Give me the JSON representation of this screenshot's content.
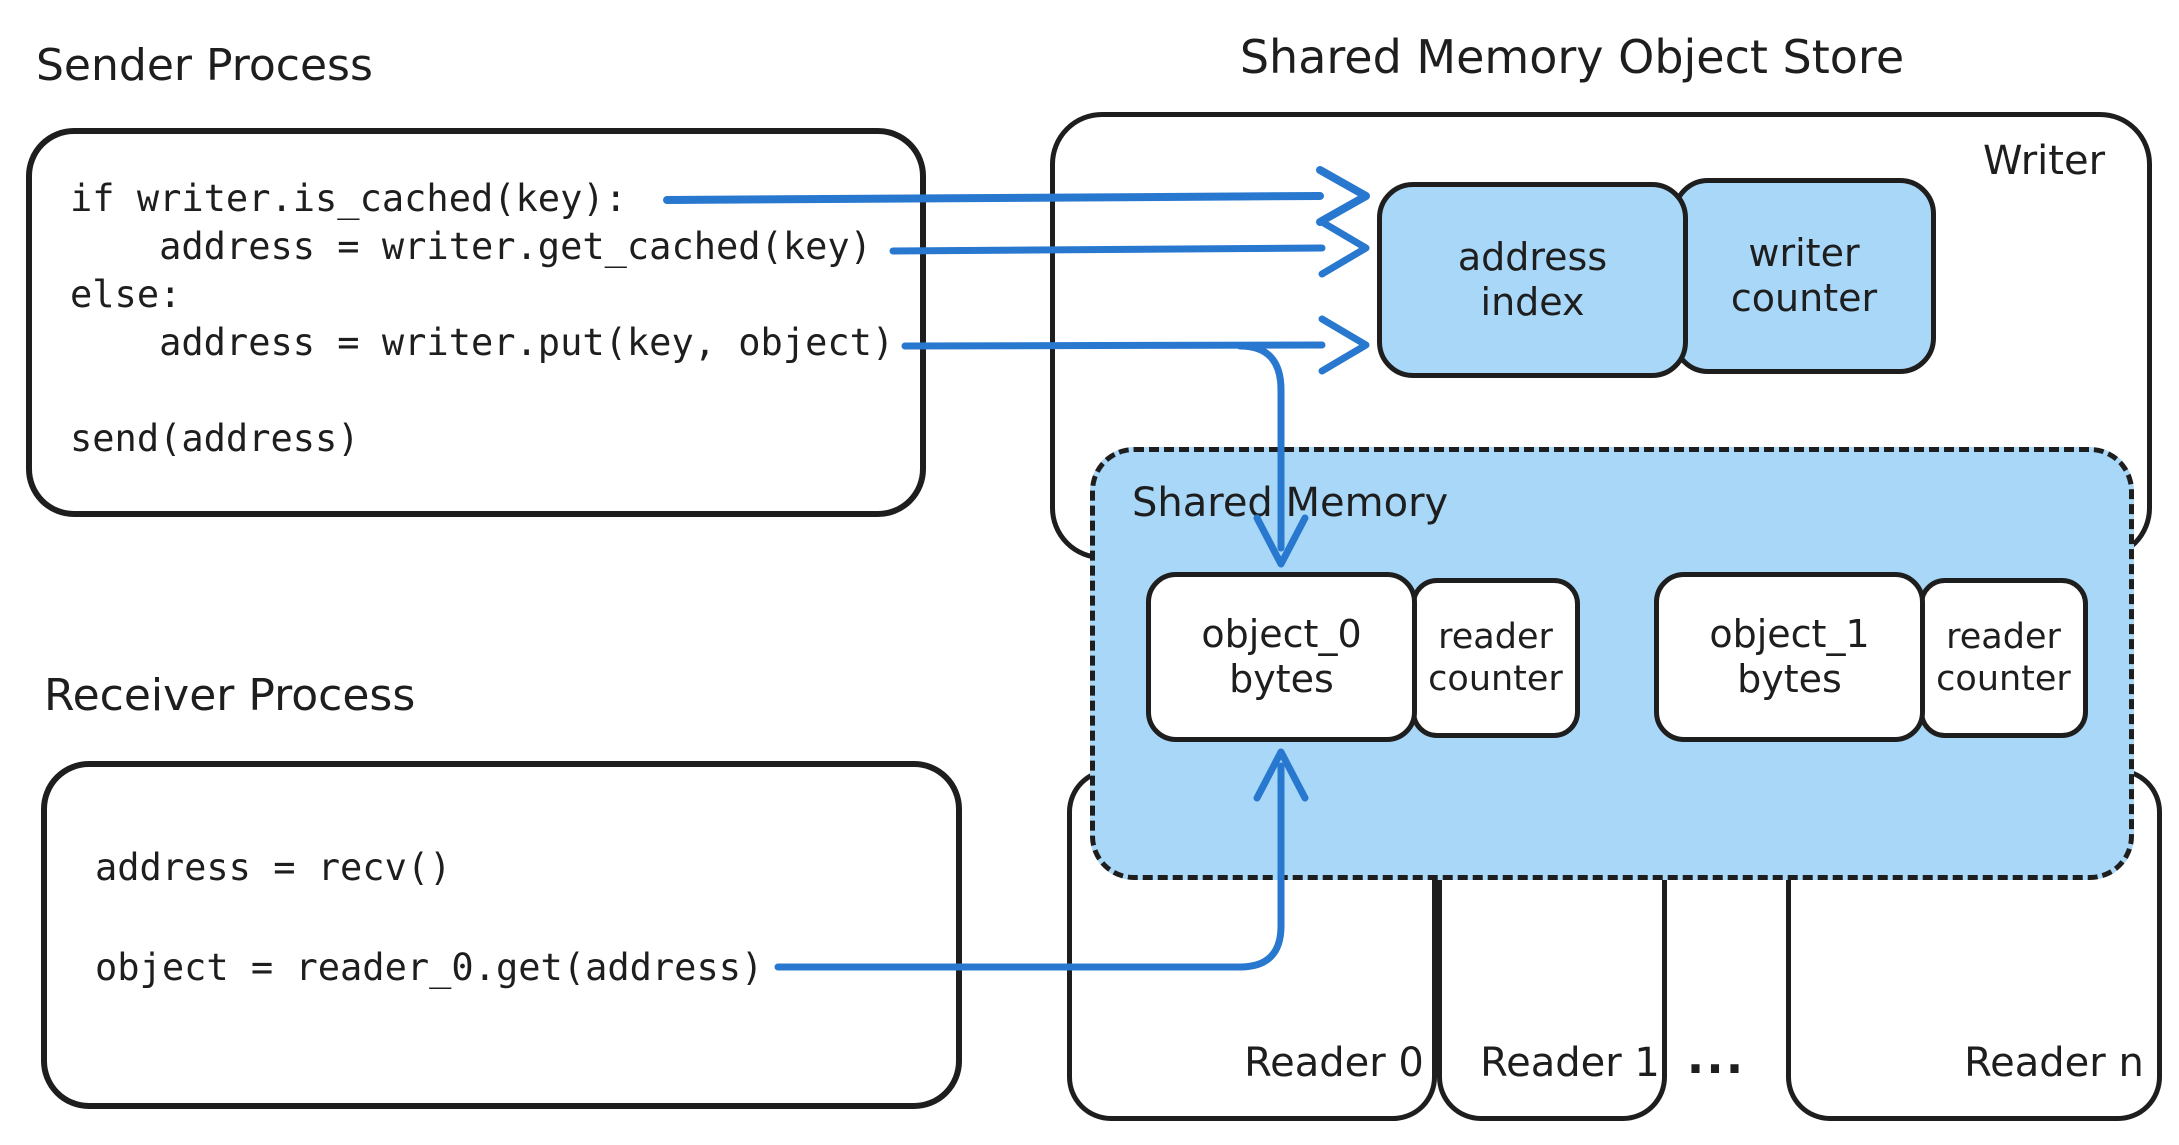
{
  "colors": {
    "ink": "#1e1e1e",
    "blue_fill": "#a8d7f8",
    "arrow_blue": "#2878cf",
    "background": "#ffffff"
  },
  "sender": {
    "label": "Sender Process",
    "code_lines": [
      "if writer.is_cached(key):",
      "    address = writer.get_cached(key)",
      "else:",
      "    address = writer.put(key, object)",
      "",
      "send(address)"
    ]
  },
  "receiver": {
    "label": "Receiver Process",
    "code_lines": [
      "address = recv()",
      "",
      "object = reader_0.get(address)"
    ]
  },
  "store": {
    "title": "Shared Memory Object Store",
    "writer_label": "Writer",
    "address_index_label": "address index",
    "writer_counter_label": "writer counter",
    "shared_memory": {
      "label": "Shared Memory",
      "slots": [
        {
          "object_label": "object_0 bytes",
          "counter_label": "reader counter"
        },
        {
          "object_label": "object_1 bytes",
          "counter_label": "reader counter"
        }
      ]
    },
    "readers": {
      "labels": [
        "Reader 0",
        "Reader 1",
        "Reader n"
      ],
      "ellipsis": "..."
    }
  }
}
